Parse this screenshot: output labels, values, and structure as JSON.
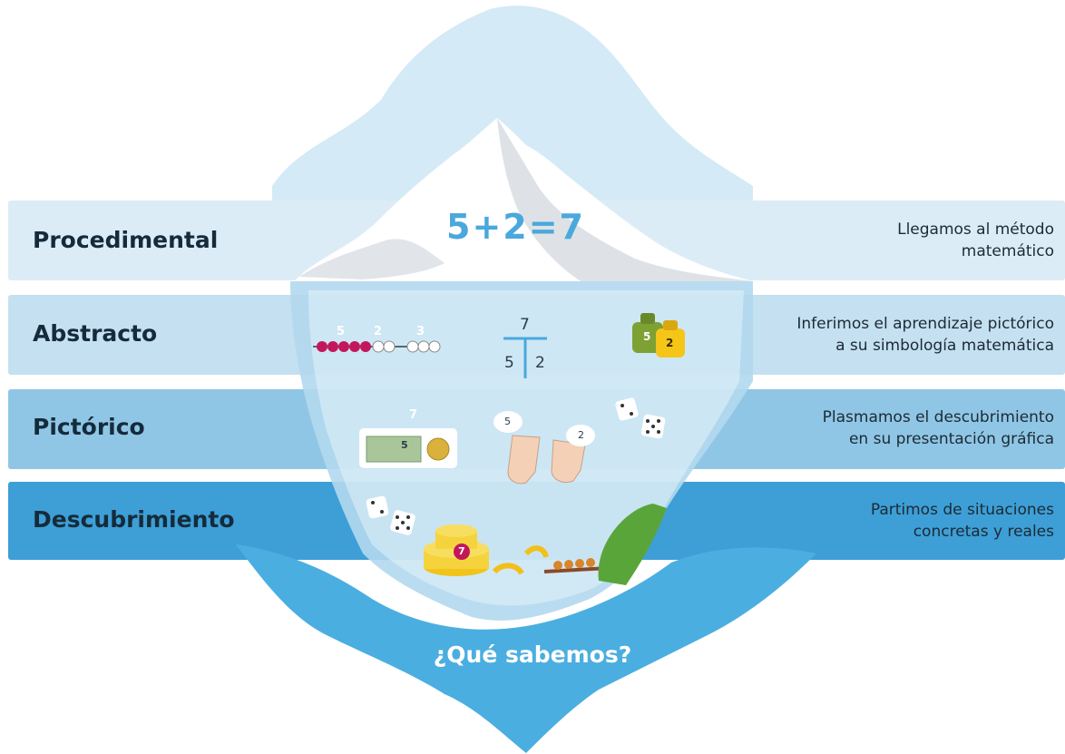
{
  "title": "¿Qué sabemos?",
  "levels": [
    {
      "name": "Procedimental",
      "description": [
        "Llegamos al método",
        "matemático"
      ]
    },
    {
      "name": "Abstracto",
      "description": [
        "Inferimos el aprendizaje pictórico",
        "a su simbología matemática"
      ]
    },
    {
      "name": "Pictórico",
      "description": [
        "Plasmamos el descubrimiento",
        "en su presentación gráfica"
      ]
    },
    {
      "name": "Descubrimiento",
      "description": [
        "Partimos de situaciones",
        "concretas y reales"
      ]
    }
  ],
  "equation": "5+2=7",
  "abstract_items": {
    "abacus_labels": [
      "5",
      "2",
      "3"
    ],
    "number_bond": {
      "whole": "7",
      "parts": [
        "5",
        "2"
      ]
    },
    "weights": [
      "5",
      "2"
    ]
  },
  "pictorial_items": {
    "money_total": "7",
    "bill": "5",
    "hand_bubbles": [
      "5",
      "2"
    ]
  },
  "discovery_items": {
    "cake_candles": "7"
  },
  "colors": {
    "sky": "#d4eaf6",
    "band_top": "#dcecf7",
    "band_abstract": "#c4e0f1",
    "band_pictoric": "#8fc6e5",
    "band_discovery": "#3d9fd6",
    "accent": "#4aa8dc",
    "ice": "#ffffff"
  }
}
